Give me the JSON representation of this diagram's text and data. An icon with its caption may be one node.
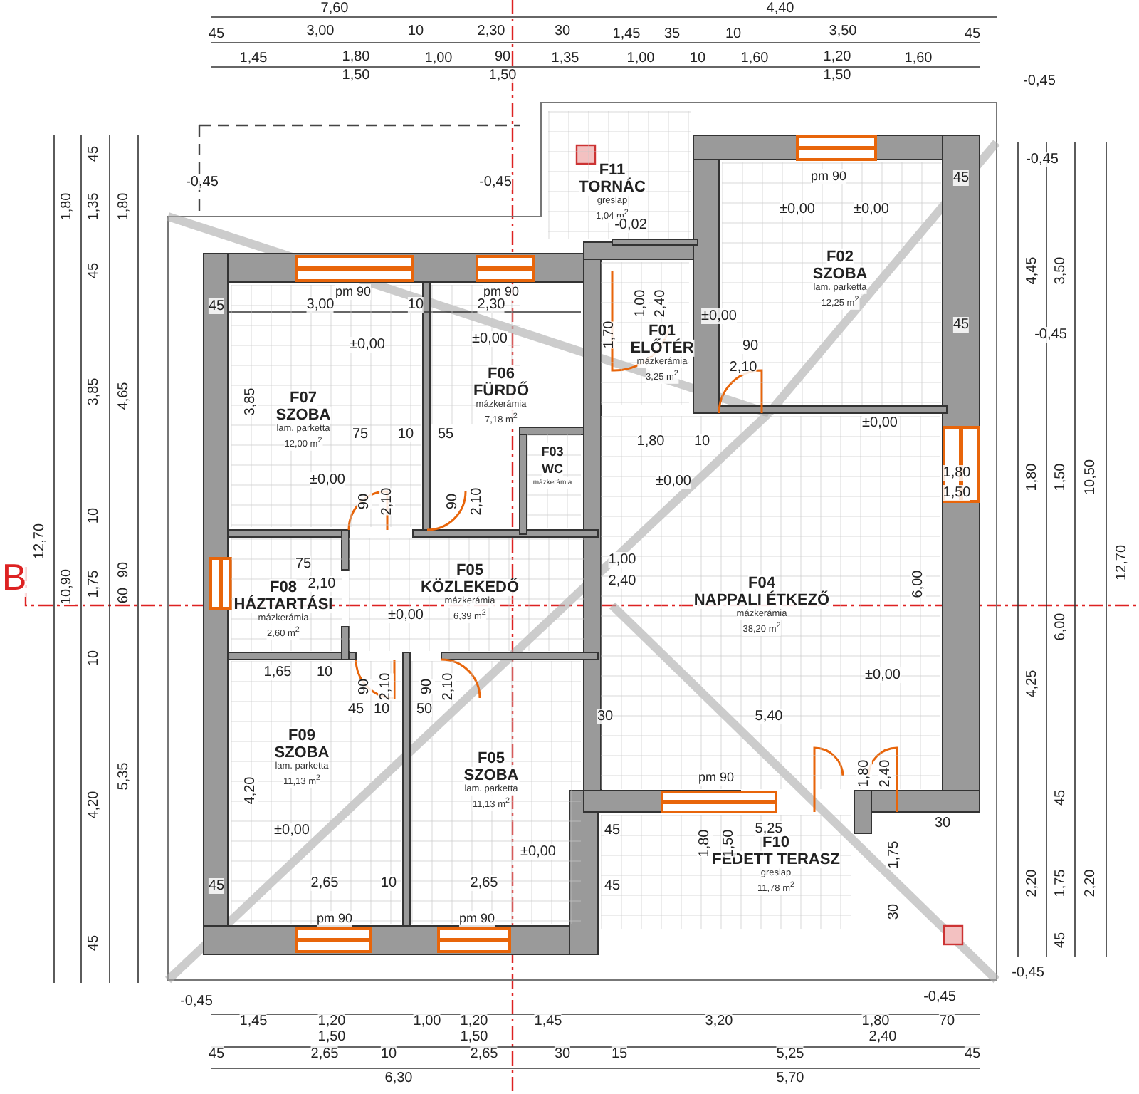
{
  "diagram": {
    "nodes": [
      {
        "text": [
          "F11",
          "TORNÁC",
          "greslap",
          "1,04 m$^{2}$"
        ]
      },
      {
        "text": [
          "F02",
          "SZOBA",
          "lam. parketta",
          "12,25 m$^{2}$"
        ]
      },
      {
        "text": [
          "F01",
          "ELŐTÉR",
          "mázkerámia",
          "3,25 m$^{2}$"
        ]
      },
      {
        "text": [
          "F07",
          "SZOBA",
          "lam. parketta",
          "12,00 m$^{2}$"
        ]
      },
      {
        "text": [
          "F06",
          "FÜRDŐ",
          "mázkerámia",
          "7,18 m$^{2}$"
        ]
      },
      {
        "text": [
          "F03",
          "WC",
          "mázkerámia"
        ]
      },
      {
        "text": [
          "F08",
          "HÁZTARTÁSI",
          "mázkerámia",
          "2,60 m$^{2}$"
        ]
      },
      {
        "text": [
          "F05",
          "KÖZLEKEDŐ",
          "mázkerámia",
          "6,39 m$^{2}$"
        ]
      },
      {
        "text": [
          "F04",
          "NAPPALI ÉTKEZŐ",
          "mázkerámia",
          "38,20 m$^{2}$"
        ]
      },
      {
        "text": [
          "F09",
          "SZOBA",
          "lam. parketta",
          "11,13 m$^{2}$"
        ]
      },
      {
        "text": [
          "F05",
          "SZOBA",
          "lam. parketta",
          "11,13 m$^{2}$"
        ]
      },
      {
        "text": [
          "F10",
          "FEDETT TERASZ",
          "greslap",
          "11,78 m$^{2}$"
        ]
      }
    ],
    "labels": [
      "7,60",
      "4,40",
      "45",
      "3,00",
      "10",
      "2,30",
      "30",
      "1,45",
      "35",
      "10",
      "3,50",
      "45",
      "1,45",
      "1,80",
      "1,50",
      "1,00",
      "90",
      "1,50",
      "1,35",
      "1,00",
      "10",
      "1,60",
      "1,20",
      "1,50",
      "1,60",
      "-0,45",
      "-0,45",
      "-0,45",
      "-0,45",
      "-0,45",
      "-0,02",
      "±0,00",
      "±0,00",
      "±0,00",
      "±0,00",
      "±0,00",
      "±0,00",
      "±0,00",
      "±0,00",
      "±0,00",
      "±0,00",
      "±0,00",
      "±0,00",
      "-0,45",
      "-0,45",
      "-0,45",
      "1,45",
      "1,20",
      "1,50",
      "1,00",
      "1,20",
      "1,50",
      "1,45",
      "3,20",
      "1,80",
      "2,40",
      "70",
      "45",
      "2,65",
      "10",
      "2,65",
      "30",
      "15",
      "5,25",
      "45",
      "6,30",
      "5,70",
      "1,80",
      "45",
      "1,35",
      "1,80",
      "45",
      "3,85",
      "4,65",
      "10",
      "12,70",
      "10,90",
      "1,75",
      "90",
      "60",
      "10",
      "4,20",
      "5,35",
      "45",
      "4,45",
      "3,50",
      "1,80",
      "1,50",
      "10,50",
      "6,00",
      "12,70",
      "4,25",
      "45",
      "2,20",
      "1,75",
      "2,20",
      "45",
      "pm 90",
      "pm 90",
      "pm 90",
      "3,00",
      "10",
      "2,30",
      "3,85",
      "75",
      "10",
      "55",
      "90",
      "2,10",
      "90",
      "2,10",
      "1,70",
      "1,00",
      "2,40",
      "90",
      "2,10",
      "1,80",
      "10",
      "75",
      "2,10",
      "1,00",
      "2,40",
      "1,65",
      "10",
      "90",
      "2,10",
      "90",
      "2,10",
      "45",
      "10",
      "50",
      "30",
      "5,40",
      "6,00",
      "4,20",
      "2,65",
      "10",
      "2,65",
      "pm 90",
      "pm 90",
      "pm 90",
      "5,25",
      "1,80",
      "2,40",
      "1,80",
      "1,50",
      "1,75",
      "30",
      "30",
      "45",
      "45",
      "45",
      "45",
      "45",
      "45",
      "1,80",
      "1,50",
      "B"
    ]
  }
}
